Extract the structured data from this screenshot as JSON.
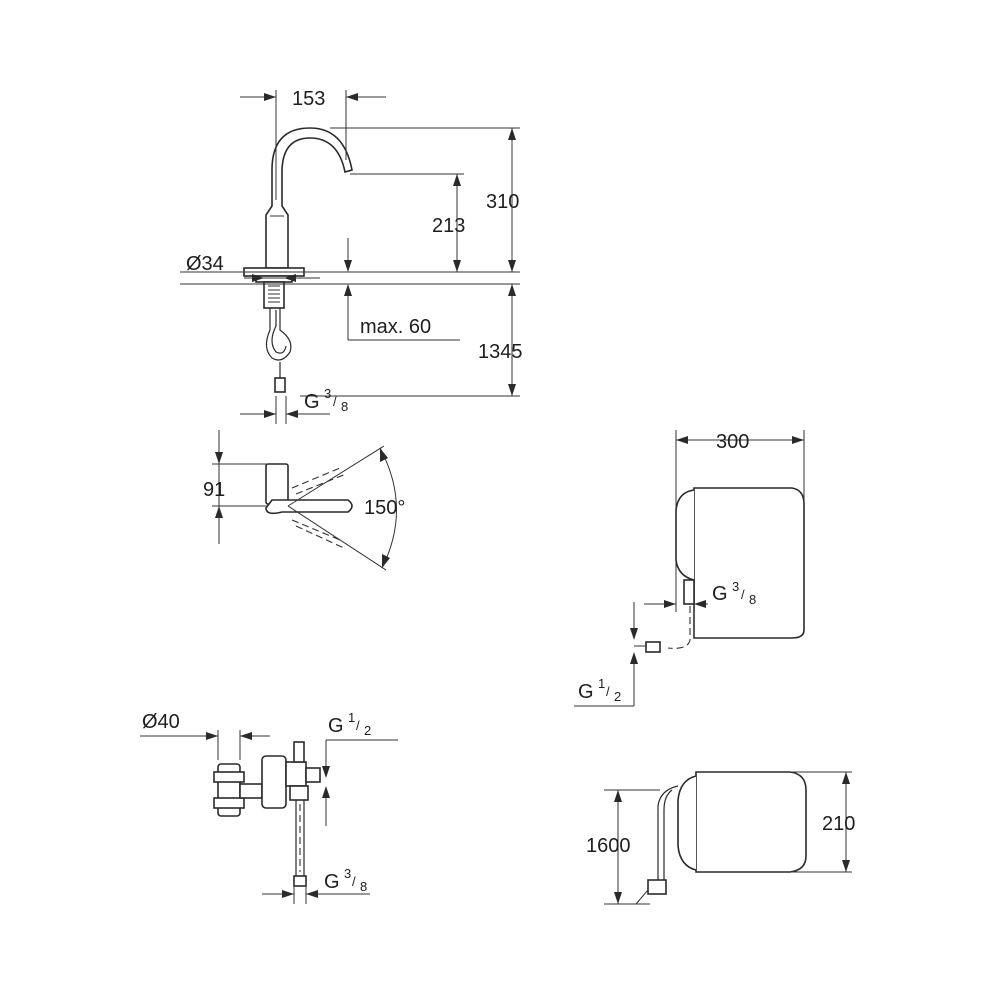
{
  "faucet": {
    "width_153": "153",
    "height_310": "310",
    "outlet_213": "213",
    "diameter_34": "Ø34",
    "max_60": "max. 60",
    "length_1345": "1345",
    "thread_main": "G",
    "thread_num": "3",
    "thread_den": "8"
  },
  "swivel": {
    "height_91": "91",
    "angle_150": "150°"
  },
  "box_front": {
    "width_300": "300",
    "thread_a_main": "G",
    "thread_a_num": "3",
    "thread_a_den": "8",
    "thread_b_main": "G",
    "thread_b_num": "1",
    "thread_b_den": "2"
  },
  "valve": {
    "diameter_40": "Ø40",
    "thread_top_main": "G",
    "thread_top_num": "1",
    "thread_top_den": "2",
    "thread_bottom_main": "G",
    "thread_bottom_num": "3",
    "thread_bottom_den": "8"
  },
  "box_side": {
    "cable_1600": "1600",
    "height_210": "210"
  }
}
